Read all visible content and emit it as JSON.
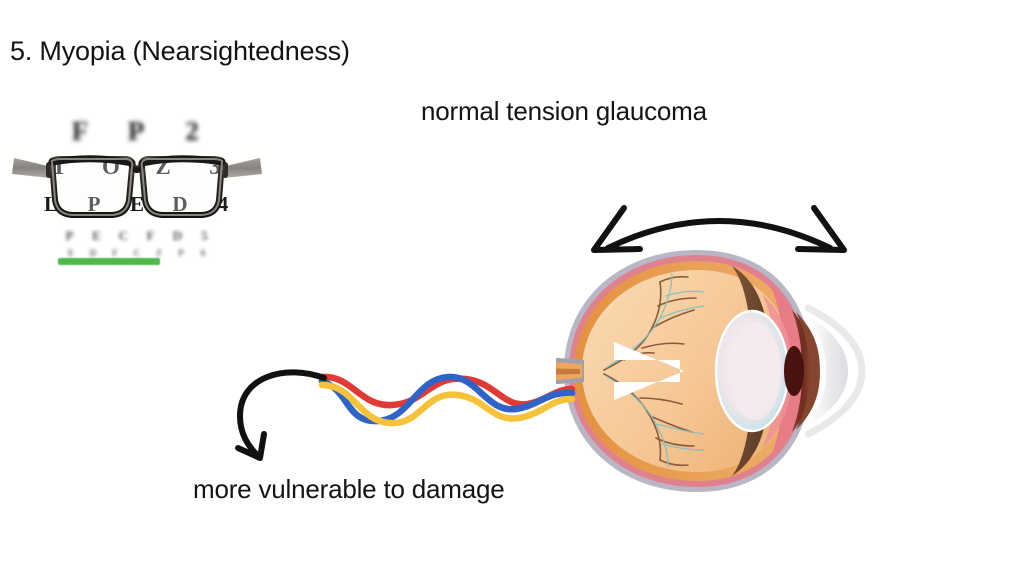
{
  "slide": {
    "title": "5. Myopia (Nearsightedness)",
    "background_color": "#ffffff",
    "text_color": "#141414"
  },
  "annotations": {
    "glaucoma_label": "normal tension glaucoma",
    "vulnerable_label": "more vulnerable to damage"
  },
  "eye_chart": {
    "name": "snellen-eye-chart-through-glasses",
    "rows": [
      {
        "line": 1,
        "letters": [
          "F",
          "P",
          "2"
        ],
        "blurred": true
      },
      {
        "line": 2,
        "letters": [
          "T",
          "O",
          "Z",
          "3"
        ],
        "blurred": false
      },
      {
        "line": 3,
        "letters": [
          "L",
          "P",
          "E",
          "D",
          "4"
        ],
        "blurred": false
      },
      {
        "line": 4,
        "letters": [
          "P",
          "E",
          "C",
          "F",
          "D",
          "5"
        ],
        "blurred": true
      },
      {
        "line": 5,
        "letters": [
          "E",
          "D",
          "F",
          "C",
          "Z",
          "P",
          "6"
        ],
        "blurred": true
      }
    ],
    "highlight_bar_color": "#4db94d",
    "glasses": {
      "frame_color": "#8a8480",
      "rim_color": "#1f1d1c",
      "lens_tint": "#f6f6f4"
    }
  },
  "eye_diagram": {
    "name": "elongated-myopic-eyeball-cross-section",
    "parts": [
      {
        "part": "sclera",
        "color": "#b9b7c6"
      },
      {
        "part": "choroid",
        "color": "#e4808c"
      },
      {
        "part": "retina",
        "color": "#e8954e"
      },
      {
        "part": "vitreous",
        "color": "#f7cda0"
      },
      {
        "part": "ciliary-body",
        "color": "#6e4a33"
      },
      {
        "part": "iris",
        "color": "#7d3b2c"
      },
      {
        "part": "pupil",
        "color": "#4a1410"
      },
      {
        "part": "lens",
        "color": "#f2e9ee"
      },
      {
        "part": "cornea",
        "color": "#e9e9ea"
      },
      {
        "part": "optic-nerve",
        "color": "#e8a15e"
      },
      {
        "part": "retinal-vessels",
        "color": "#8a5a3c"
      }
    ]
  },
  "arrows": {
    "stretch_arc": {
      "name": "double-headed-stretch-arrow",
      "color": "#111111",
      "direction": "bidirectional"
    },
    "optic_disc_pointer": {
      "name": "white-arrow-pointing-to-optic-disc",
      "color": "#ffffff",
      "direction": "left"
    },
    "hook_pointer": {
      "name": "curved-hook-arrow-to-caption",
      "color": "#111111",
      "direction": "down-left"
    }
  },
  "nerve_fibers": {
    "name": "stretched-nerve-fiber-bundle",
    "strands": [
      {
        "color": "#e03a36",
        "label": "red-strand"
      },
      {
        "color": "#2f63c8",
        "label": "blue-strand"
      },
      {
        "color": "#f5c23a",
        "label": "yellow-strand"
      }
    ]
  }
}
